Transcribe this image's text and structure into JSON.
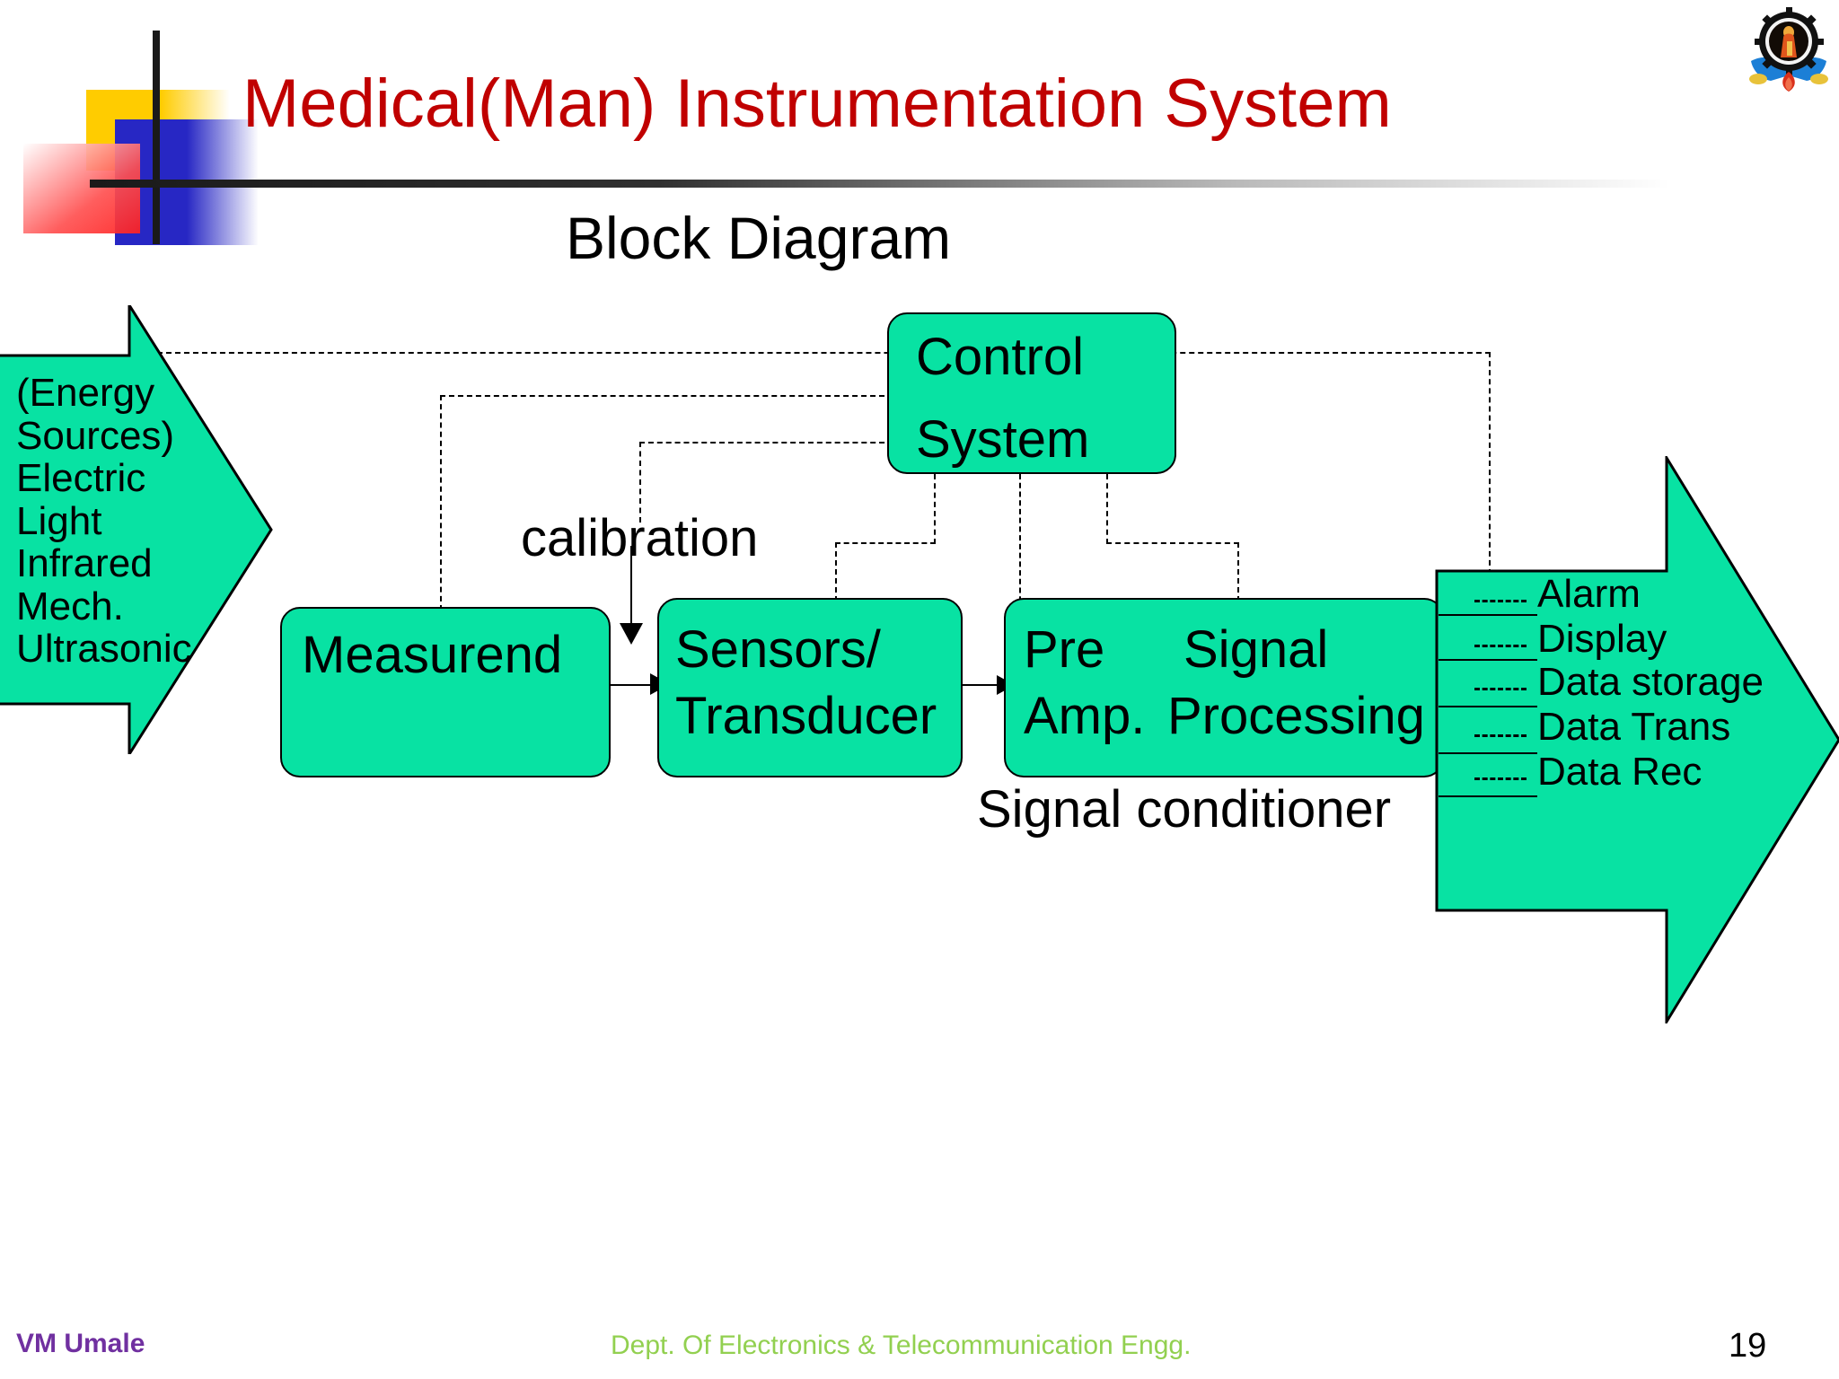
{
  "slide": {
    "title": "Medical(Man) Instrumentation System",
    "subtitle": "Block Diagram",
    "page_number": "19"
  },
  "colors": {
    "title_red": "#C00000",
    "block_green": "#08E2A3",
    "footer_purple": "#7030A0",
    "footer_green": "#92D050",
    "deco_yellow": "#FFCC00",
    "deco_blue": "#2727C4",
    "deco_red": "#FF2020"
  },
  "diagram": {
    "input_arrow": {
      "name": "energy-sources-input",
      "lines": [
        "(Energy",
        "Sources)",
        "Electric",
        "Light",
        "Infrared",
        "Mech.",
        "Ultrasonic"
      ]
    },
    "blocks": [
      {
        "id": "control-system",
        "line1": "Control",
        "line2": "System"
      },
      {
        "id": "measurend",
        "line1": "Measurend",
        "line2": ""
      },
      {
        "id": "sensors-transducer",
        "line1": "Sensors/",
        "line2": "Transducer"
      },
      {
        "id": "signal-conditioner-block",
        "line1a": "Pre",
        "line1b": "Signal",
        "line2a": "Amp.",
        "line2b": "Processing"
      }
    ],
    "labels": {
      "calibration": "calibration",
      "signal_conditioner": "Signal conditioner"
    },
    "output_arrow": {
      "name": "output-arrow",
      "items": [
        "Alarm",
        "Display",
        "Data storage",
        "Data Trans",
        "Data  Rec"
      ]
    }
  },
  "footer": {
    "author": "VM Umale",
    "department": "Dept. Of Electronics & Telecommunication Engg.",
    "page": "19"
  }
}
